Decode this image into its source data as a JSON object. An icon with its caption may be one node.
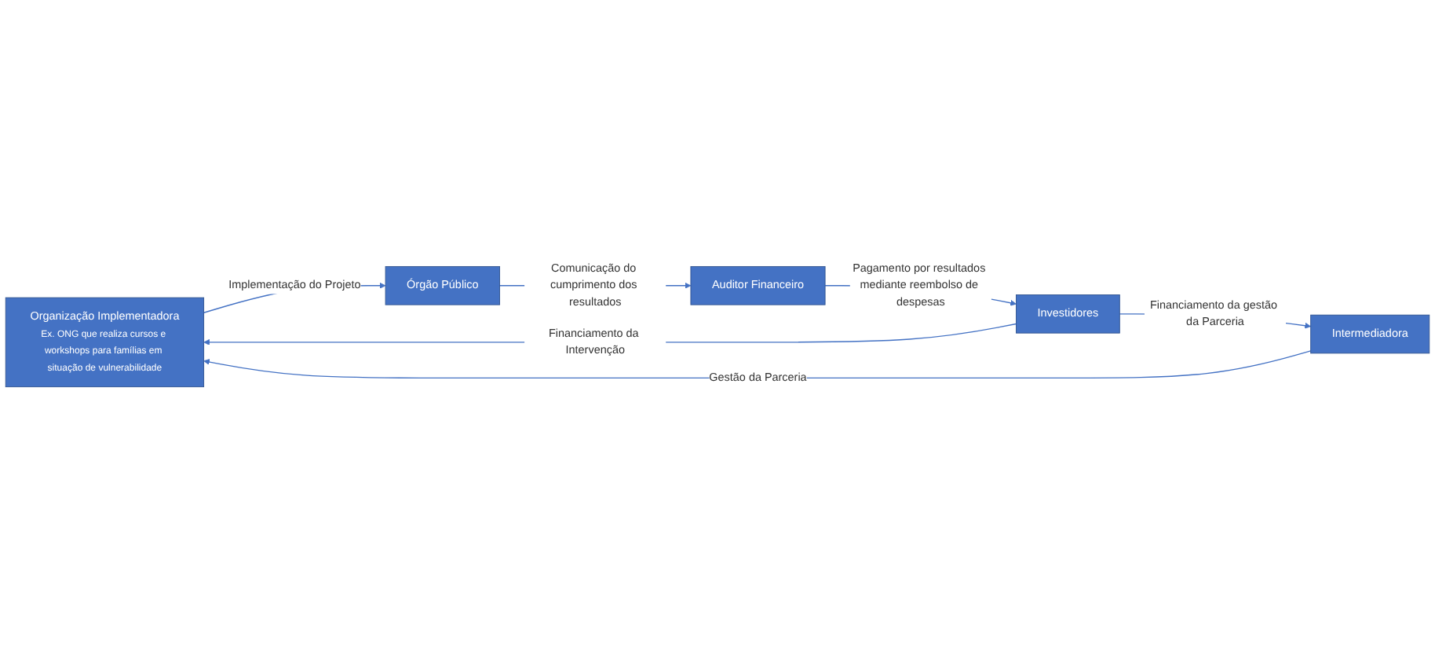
{
  "diagram": {
    "nodes": [
      {
        "text": [
          "Organização Implementadora",
          "Ex. ONG que realiza cursos e workshops para famílias em situação de vulnerabilidade"
        ]
      },
      {
        "text": [
          "Intermediadora"
        ]
      },
      {
        "text": [
          "Investidores"
        ]
      },
      {
        "text": [
          "Órgão Público"
        ]
      },
      {
        "text": [
          "Auditor Financeiro"
        ]
      }
    ],
    "edges": [
      {
        "from": 2,
        "to": 0,
        "arrow": "to",
        "label": "Financiamento da Intervenção"
      },
      {
        "from": 2,
        "to": 1,
        "arrow": "to",
        "label": "Financiamento da gestão da Parceria"
      },
      {
        "from": 1,
        "to": 0,
        "arrow": "to",
        "label": "Gestão da Parceria"
      },
      {
        "from": 0,
        "to": 3,
        "arrow": "to",
        "label": "Implementação do Projeto"
      },
      {
        "from": 3,
        "to": 4,
        "arrow": "to",
        "label": "Comunicação do cumprimento dos resultados"
      },
      {
        "from": 4,
        "to": 2,
        "arrow": "to",
        "label": "Pagamento por resultados mediante reembolso de despesas"
      }
    ]
  }
}
